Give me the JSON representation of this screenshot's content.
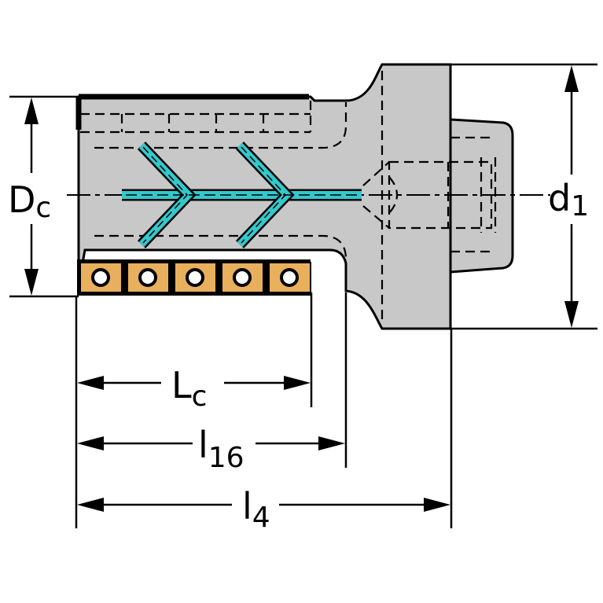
{
  "colors": {
    "body": "#c8c8c8",
    "outline": "#000000",
    "coolant": "#33c8cc",
    "insert": "#e8b05c",
    "background": "#ffffff"
  },
  "labels": {
    "dc_main": "D",
    "dc_sub": "c",
    "d1_main": "d",
    "d1_sub": "1",
    "lc_main": "L",
    "lc_sub": "c",
    "l16_main": "l",
    "l16_sub": "16",
    "l4_main": "l",
    "l4_sub": "4"
  },
  "inserts": {
    "count": 5
  }
}
